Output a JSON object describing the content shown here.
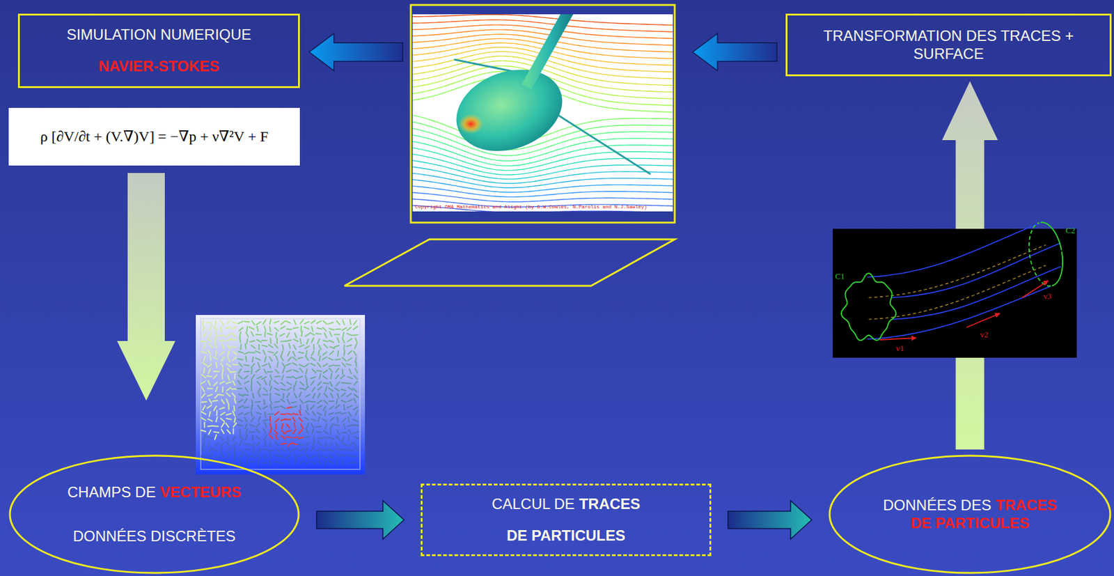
{
  "diagram": {
    "nodes": [
      {
        "text": [
          "SIMULATION NUMERIQUE",
          "NAVIER-STOKES"
        ]
      },
      {
        "text": [
          "TRANSFORMATION DES TRACES + SURFACE"
        ]
      },
      {
        "text": [
          "CHAMPS DE",
          "VECTEURS",
          "DONNÉES DISCRÈTES"
        ]
      },
      {
        "text": [
          "CALCUL DE",
          "TRACES",
          "DE PARTICULES"
        ]
      },
      {
        "text": [
          "DONNÉES DES",
          "TRACES DE PARTICULES"
        ]
      }
    ],
    "edges": [
      {
        "from": 2,
        "to": 3,
        "arrow": "to"
      },
      {
        "from": 3,
        "to": 4,
        "arrow": "to"
      },
      {
        "from": 4,
        "to": 1,
        "arrow": "to"
      }
    ],
    "labels": [
      "ρ [∂V/∂t + (V.∇)V] = −∇p + ν∇²V + F",
      "Copyright DMA Mathematics and Alight (by G.W.Cowles, N.Parolis and N.J.Sawley)",
      "C1",
      "C2",
      "v1",
      "v2",
      "v3"
    ]
  }
}
